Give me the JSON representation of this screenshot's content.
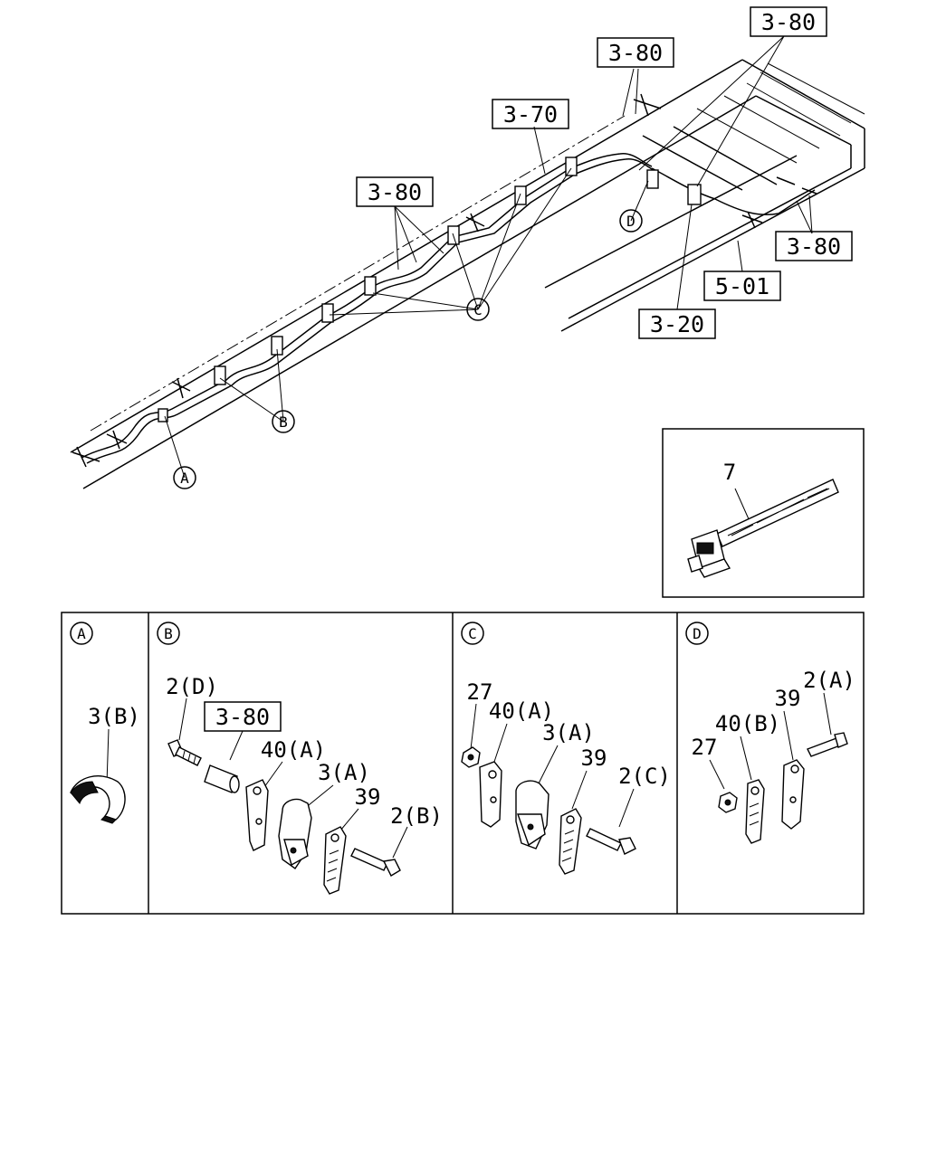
{
  "reference_boxes": {
    "r1": "3-80",
    "r2": "3-80",
    "r3": "3-70",
    "r4": "3-80",
    "r5": "3-80",
    "r6": "5-01",
    "r7": "3-20",
    "r8": "3-80"
  },
  "callouts": {
    "a": "A",
    "b": "B",
    "c": "C",
    "d": "D"
  },
  "inset": {
    "part_label": "7"
  },
  "panels": {
    "a": {
      "header": "A",
      "labels": {
        "clip": "3(B)"
      }
    },
    "b": {
      "header": "B",
      "labels": {
        "bolt": "2(D)",
        "ref": "3-80",
        "bracket": "40(A)",
        "clamp": "3(A)",
        "plate": "39",
        "bolt2": "2(B)"
      }
    },
    "c": {
      "header": "C",
      "labels": {
        "nut": "27",
        "bracket": "40(A)",
        "clamp": "3(A)",
        "plate": "39",
        "bolt": "2(C)"
      }
    },
    "d": {
      "header": "D",
      "labels": {
        "bolt": "2(A)",
        "plate": "39",
        "bracket": "40(B)",
        "nut": "27"
      }
    }
  }
}
